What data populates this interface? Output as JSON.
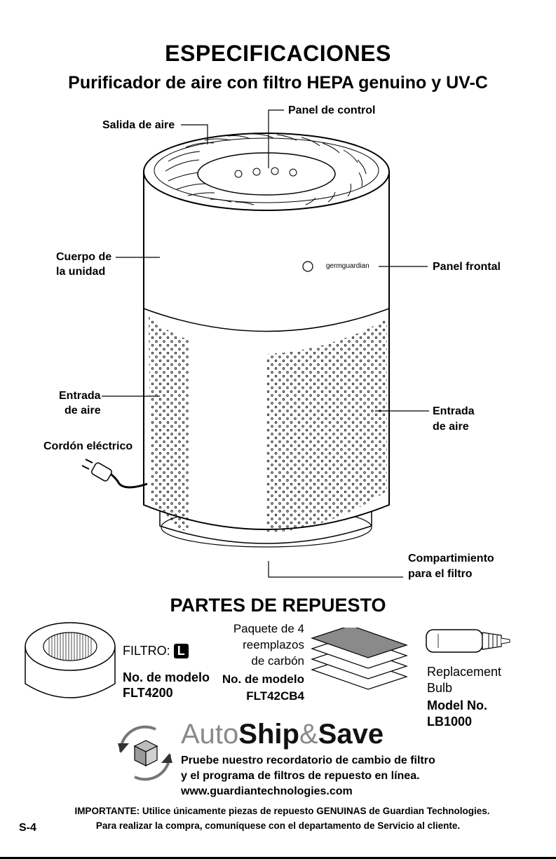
{
  "header": {
    "title": "ESPECIFICACIONES",
    "subtitle": "Purificador de aire con filtro HEPA genuino y UV-C"
  },
  "diagram": {
    "labels": {
      "air_outlet": "Salida de aire",
      "control_panel": "Panel de control",
      "unit_body_line1": "Cuerpo de",
      "unit_body_line2": "la unidad",
      "front_panel": "Panel frontal",
      "air_inlet_left_line1": "Entrada",
      "air_inlet_left_line2": "de aire",
      "air_inlet_right_line1": "Entrada",
      "air_inlet_right_line2": "de aire",
      "power_cord": "Cordón eléctrico",
      "filter_compartment_line1": "Compartimiento",
      "filter_compartment_line2": "para el filtro"
    },
    "brand_logo": "germguardian"
  },
  "replacement_parts": {
    "heading": "PARTES DE REPUESTO",
    "filter": {
      "label": "FILTRO:",
      "size_badge": "L",
      "model_label": "No. de modelo",
      "model_number": "FLT4200"
    },
    "carbon": {
      "line1": "Paquete de 4",
      "line2": "reemplazos",
      "line3": "de carbón",
      "model_label": "No. de modelo",
      "model_number": "FLT42CB4"
    },
    "bulb": {
      "line1": "Replacement",
      "line2": "Bulb",
      "model_label": "Model No.",
      "model_number": "LB1000"
    }
  },
  "autoship": {
    "title_part1": "Auto",
    "title_part2": "Ship",
    "title_amp": "&",
    "title_part3": "Save",
    "line1": "Pruebe nuestro recordatorio de cambio de filtro",
    "line2": "y el programa de filtros de repuesto en línea.",
    "url": "www.guardiantechnologies.com"
  },
  "footer": {
    "important": "IMPORTANTE: Utilice únicamente piezas de repuesto GENUINAS de Guardian Technologies.",
    "purchase": "Para realizar la compra, comuníquese con el departamento de Servicio al cliente.",
    "page_number": "S-4"
  }
}
